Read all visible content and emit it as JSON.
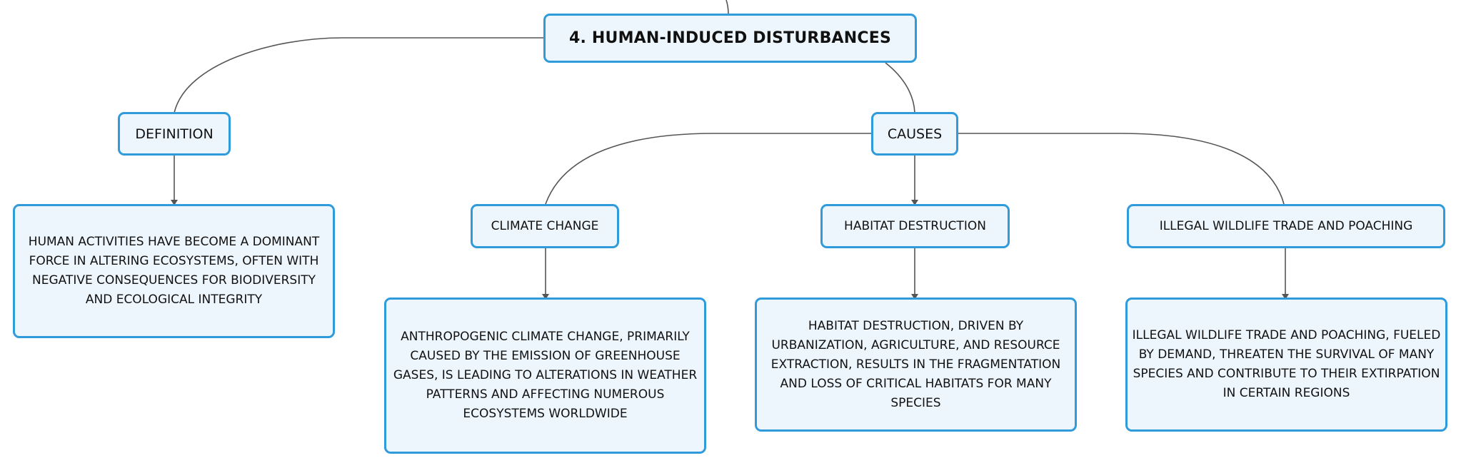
{
  "root": {
    "title": "4. HUMAN-INDUCED DISTURBANCES"
  },
  "definition": {
    "label": "DEFINITION",
    "text": "HUMAN ACTIVITIES HAVE BECOME A DOMINANT FORCE IN ALTERING ECOSYSTEMS, OFTEN WITH NEGATIVE CONSEQUENCES FOR BIODIVERSITY AND ECOLOGICAL INTEGRITY"
  },
  "causes": {
    "label": "CAUSES",
    "items": [
      {
        "label": "CLIMATE CHANGE",
        "text": "ANTHROPOGENIC CLIMATE CHANGE, PRIMARILY CAUSED BY THE EMISSION OF GREENHOUSE GASES, IS LEADING TO ALTERATIONS IN WEATHER PATTERNS AND AFFECTING NUMEROUS ECOSYSTEMS WORLDWIDE"
      },
      {
        "label": "HABITAT DESTRUCTION",
        "text": "HABITAT DESTRUCTION, DRIVEN BY URBANIZATION, AGRICULTURE, AND RESOURCE EXTRACTION, RESULTS IN THE FRAGMENTATION AND LOSS OF CRITICAL HABITATS FOR MANY SPECIES"
      },
      {
        "label": "ILLEGAL WILDLIFE TRADE AND POACHING",
        "text": "ILLEGAL WILDLIFE TRADE AND POACHING, FUELED BY DEMAND, THREATEN THE SURVIVAL OF MANY SPECIES AND CONTRIBUTE TO THEIR EXTIRPATION IN CERTAIN REGIONS"
      }
    ]
  },
  "colors": {
    "border": "#2f9bdb",
    "fill": "#eef6fd",
    "connector": "#555555"
  }
}
